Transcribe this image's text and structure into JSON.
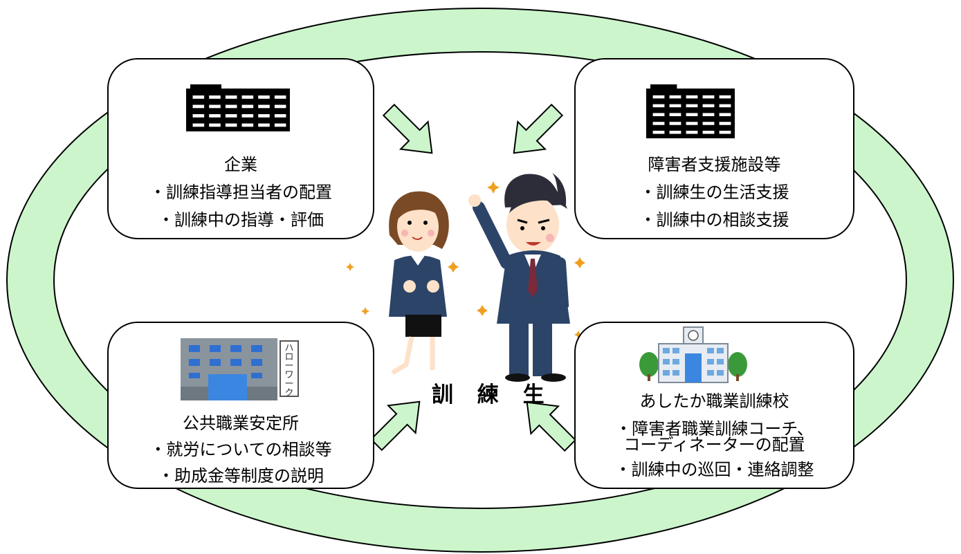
{
  "nodes": {
    "company": {
      "title": "企業",
      "items": [
        "・訓練指導担当者の配置",
        "・訓練中の指導・評価"
      ],
      "icon": "office-building-icon"
    },
    "support_facility": {
      "title": "障害者支援施設等",
      "items": [
        "・訓練生の生活支援",
        "・訓練中の相談支援"
      ],
      "icon": "office-building-icon"
    },
    "hello_work": {
      "title": "公共職業安定所",
      "items": [
        "・就労についての相談等",
        "・助成金等制度の説明"
      ],
      "icon": "hello-work-building-icon",
      "sign_text": "ハローワーク"
    },
    "school": {
      "title": "あしたか職業訓練校",
      "items": [
        "・障害者職業訓練コーチ、",
        "コーディネーターの配置",
        "・訓練中の巡回・連絡調整"
      ],
      "icon": "school-building-icon"
    }
  },
  "center": {
    "label": "訓 練 生",
    "icon": "trainees-illustration-icon"
  },
  "colors": {
    "ring": "#ccf5cc",
    "ring_stroke": "#000000",
    "arrow_fill": "#ccf5cc",
    "building": "#000000",
    "suit": "#2c4468",
    "sparkle": "#f0a020"
  }
}
